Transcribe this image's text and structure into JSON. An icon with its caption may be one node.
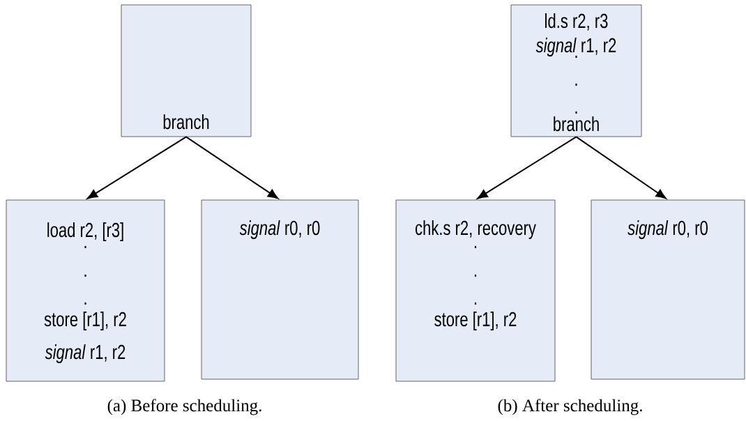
{
  "diagram": {
    "nodes": [
      {
        "text": [
          "branch"
        ]
      },
      {
        "text": [
          "load r2, [r3]",
          ".",
          ".",
          ".",
          "store [r1], r2",
          "*signal* r1, r2"
        ]
      },
      {
        "text": [
          "*signal* r0, r0"
        ]
      },
      {
        "text": [
          "ld.s r2, r3",
          "*signal* r1, r2",
          ".",
          ".",
          ".",
          "branch"
        ]
      },
      {
        "text": [
          "chk.s r2, recovery",
          ".",
          ".",
          ".",
          "store [r1], r2"
        ]
      },
      {
        "text": [
          "*signal* r0, r0"
        ]
      }
    ],
    "edges": [
      {
        "from": 0,
        "to": 1,
        "arrow": "to"
      },
      {
        "from": 0,
        "to": 2,
        "arrow": "to"
      },
      {
        "from": 3,
        "to": 4,
        "arrow": "to"
      },
      {
        "from": 3,
        "to": 5,
        "arrow": "to"
      }
    ],
    "labels": [
      "(a) Before scheduling.",
      "(b) After scheduling."
    ]
  }
}
